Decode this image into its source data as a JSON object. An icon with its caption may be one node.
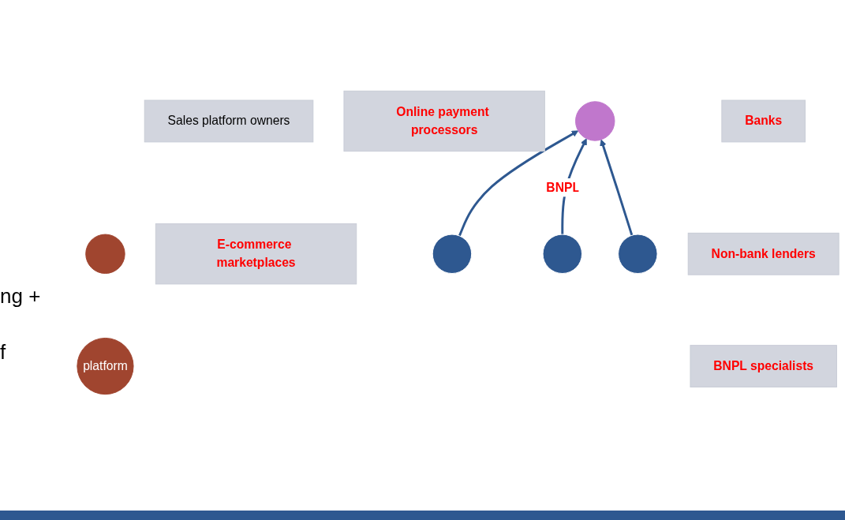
{
  "diagram": {
    "nodes": [
      {
        "text": [
          "platform"
        ]
      },
      {
        "text": [],
        "shape": "circle"
      },
      {
        "text": [],
        "shape": "circle"
      },
      {
        "text": [],
        "shape": "circle"
      },
      {
        "text": [
          "Sales platform owners"
        ]
      },
      {
        "text": [
          "E-commerce marketplaces"
        ]
      },
      {
        "text": [],
        "shape": "circle"
      },
      {
        "text": [
          "Online payment processors"
        ]
      },
      {
        "text": [],
        "shape": "circle"
      },
      {
        "text": [
          "Banks"
        ]
      },
      {
        "text": [
          "Non-bank lenders"
        ]
      },
      {
        "text": [
          "BNPL specialists"
        ]
      }
    ],
    "edges": [
      {
        "from": 3,
        "to": 2,
        "arrow": "to"
      },
      {
        "from": 6,
        "to": 2,
        "arrow": "to",
        "label": "BNPL"
      },
      {
        "from": 8,
        "to": 2,
        "arrow": "to"
      }
    ],
    "labels": [
      "ng +",
      "f"
    ]
  }
}
